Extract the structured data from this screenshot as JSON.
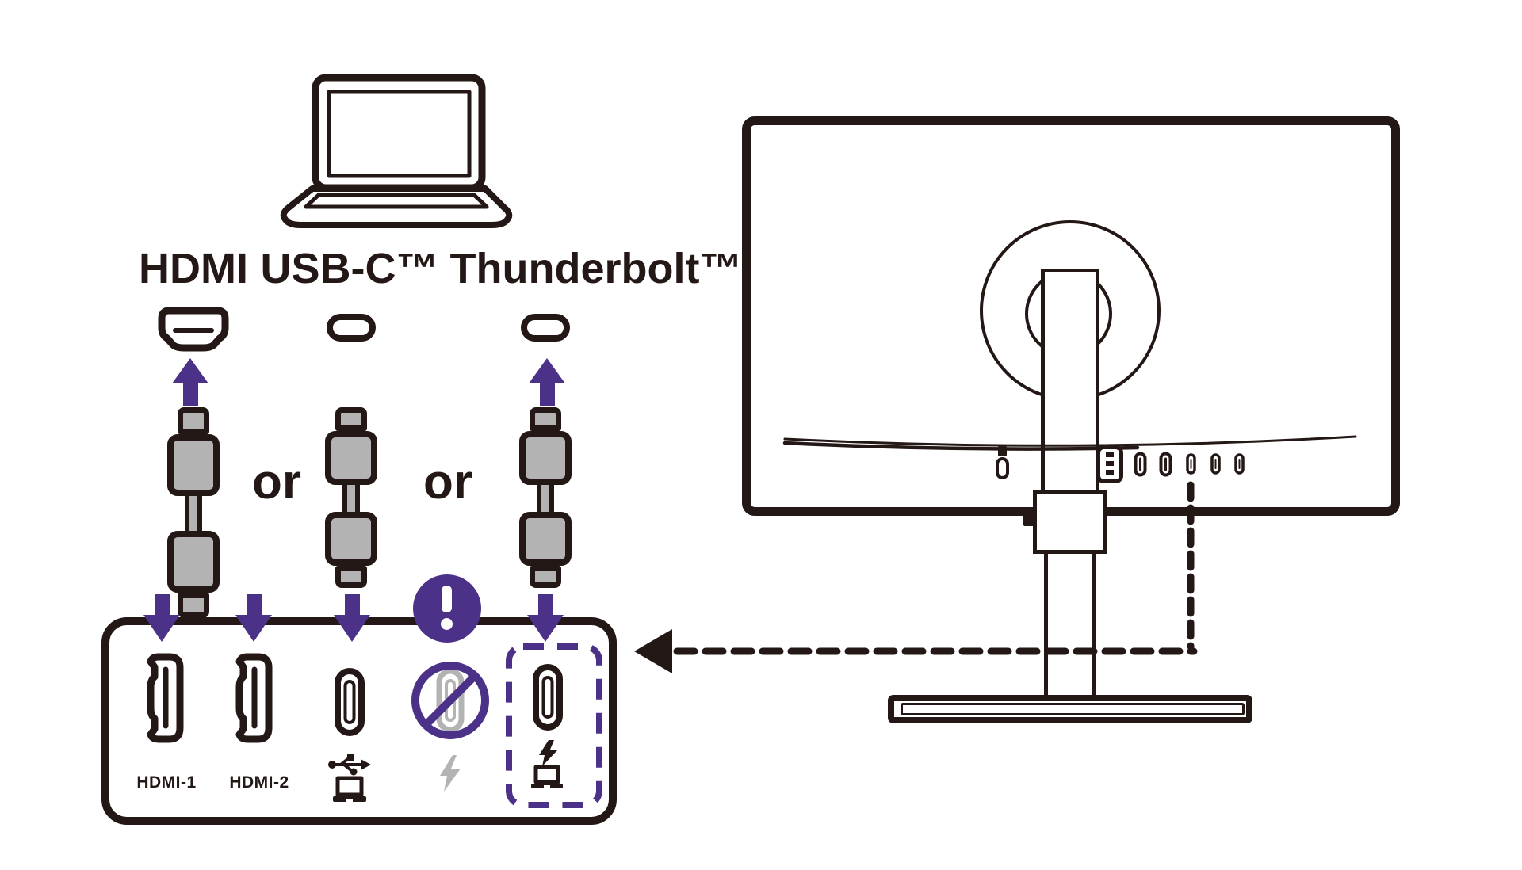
{
  "figure": {
    "source_device": "laptop",
    "cable_labels": [
      {
        "id": "hdmi",
        "label": "HDMI"
      },
      {
        "id": "usb-c",
        "label": "USB-C™"
      },
      {
        "id": "thunderbolt",
        "label": "Thunderbolt™"
      }
    ],
    "or_separator_1": "or",
    "or_separator_2": "or",
    "monitor_panel_ports": {
      "hdmi_1_label": "HDMI-1",
      "hdmi_2_label": "HDMI-2"
    },
    "colors": {
      "ink": "#231815",
      "accent_purple": "#4b3187",
      "cable_gray": "#b3b3b3"
    }
  }
}
